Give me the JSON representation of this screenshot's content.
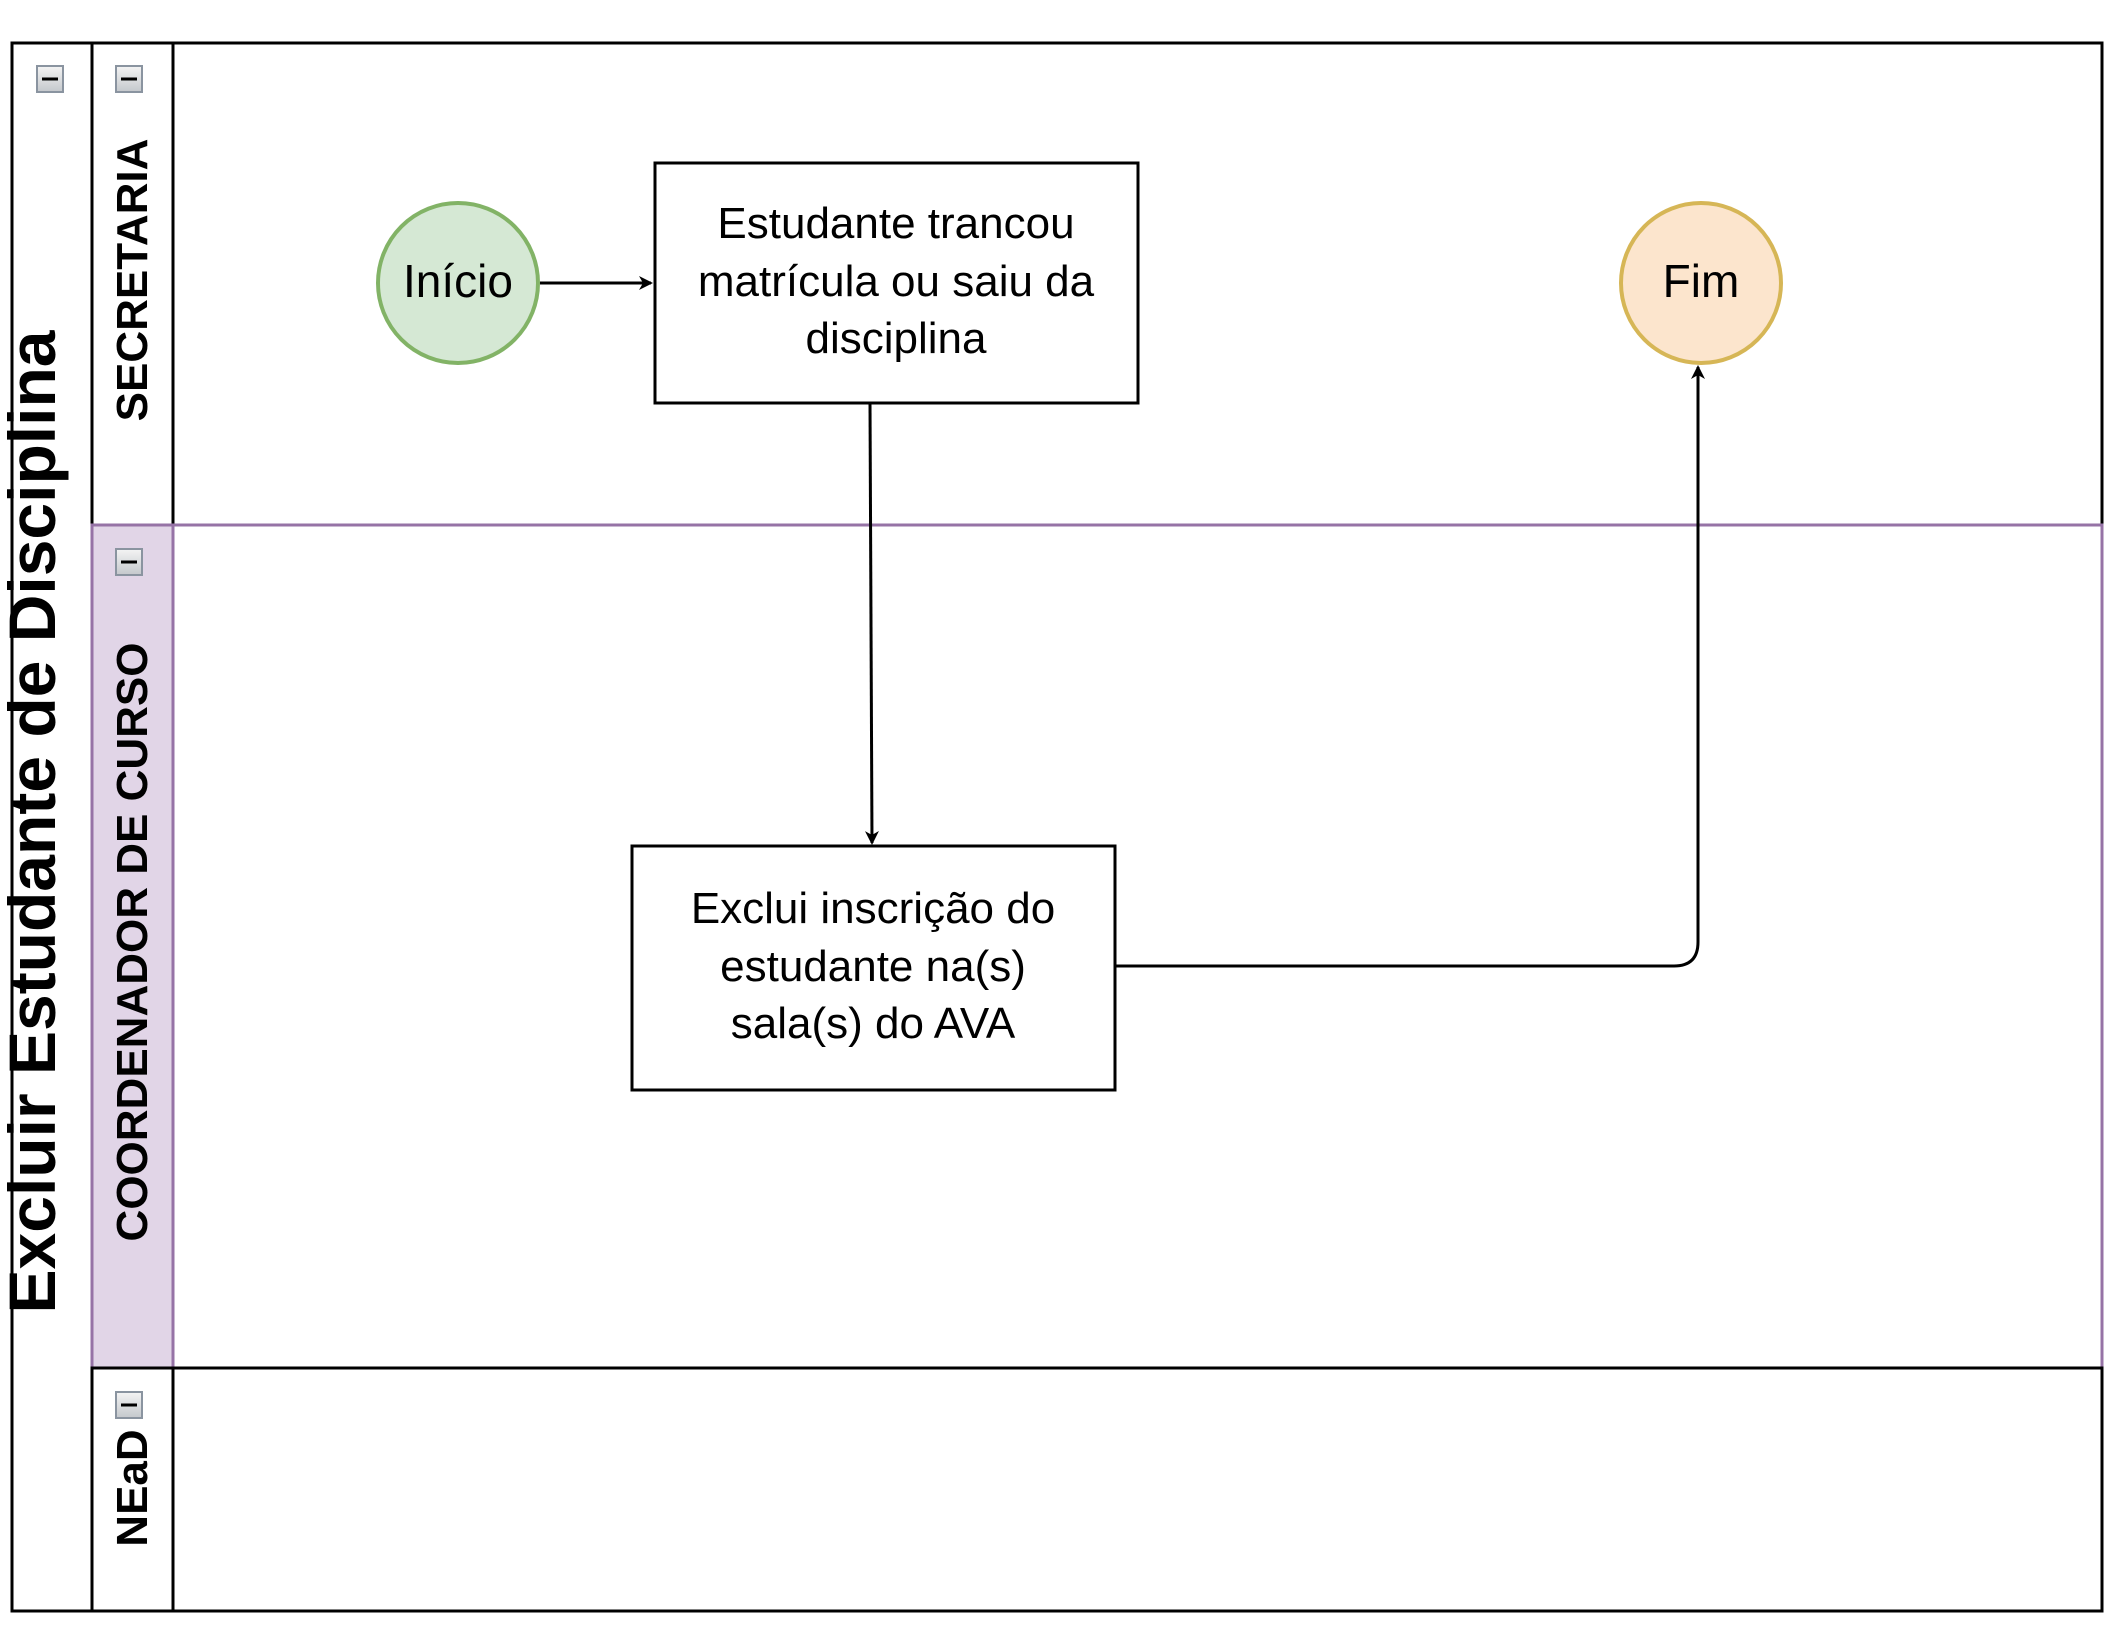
{
  "pool": {
    "title": "Excluir Estudante de Disciplina"
  },
  "lanes": [
    {
      "name": "SECRETARIA"
    },
    {
      "name": "COORDENADOR DE CURSO",
      "fill": "#e1d5e7",
      "border": "#9673a6"
    },
    {
      "name": "NEaD"
    }
  ],
  "nodes": {
    "start": {
      "label": "Início",
      "fill": "#d5e8d4",
      "stroke": "#82b366"
    },
    "task1": {
      "lines": [
        "Estudante trancou",
        "matrícula ou saiu da",
        "disciplina"
      ]
    },
    "task2": {
      "lines": [
        "Exclui inscrição do",
        "estudante na(s)",
        "sala(s) do AVA"
      ]
    },
    "end": {
      "label": "Fim",
      "fill": "#fce5cd",
      "stroke": "#d6b656"
    }
  },
  "icons": {
    "collapse": "collapse-minus-icon"
  }
}
